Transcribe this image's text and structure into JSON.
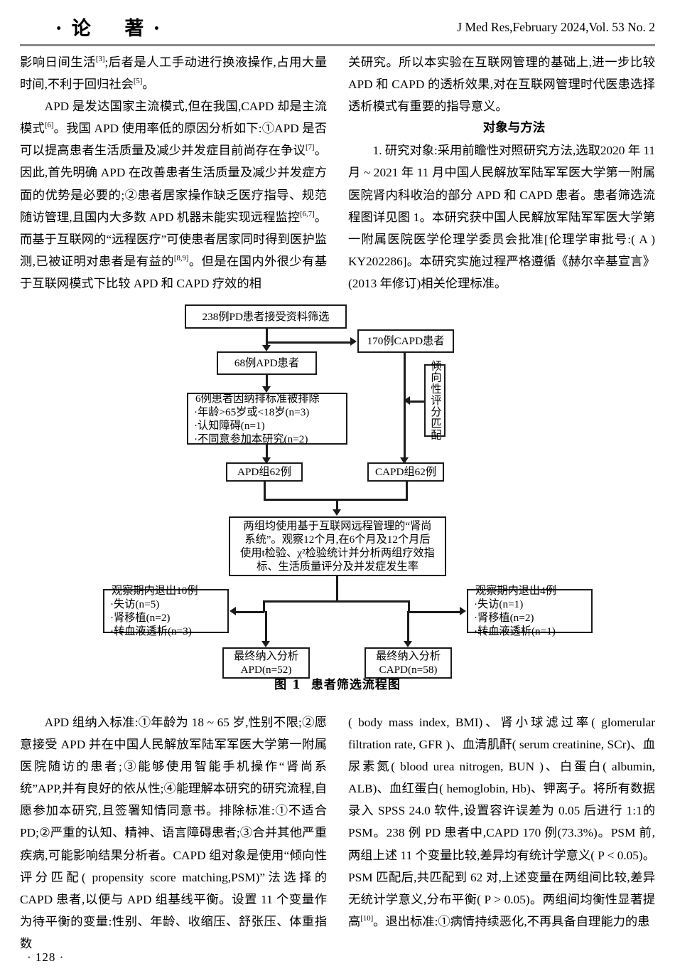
{
  "header": {
    "left_title": "· 论    著 ·",
    "journal_line": "J Med Res,February 2024,Vol. 53  No. 2"
  },
  "columns": {
    "top_left": [
      "影响日间生活[3];后者是人工手动进行换液操作,占用大量时间,不利于回归社会[5]。",
      "APD 是发达国家主流模式,但在我国,CAPD 却是主流模式[6]。我国 APD 使用率低的原因分析如下:①APD 是否可以提高患者生活质量及减少并发症目前尚存在争议[7]。因此,首先明确 APD 在改善患者生活质量及减少并发症方面的优势是必要的;②患者居家操作缺乏医疗指导、规范随访管理,且国内大多数 APD 机器未能实现远程监控[6,7]。而基于互联网的“远程医疗”可使患者居家同时得到医护监测,已被证明对患者是有益的[8,9]。但是在国内外很少有基于互联网模式下比较 APD 和 CAPD 疗效的相"
    ],
    "top_right": {
      "para1": "关研究。所以本实验在互联网管理的基础上,进一步比较 APD 和 CAPD 的透析效果,对在互联网管理时代医患选择透析模式有重要的指导意义。",
      "section_title": "对象与方法",
      "para2": "1. 研究对象:采用前瞻性对照研究方法,选取2020 年 11 月 ~ 2021 年 11 月中国人民解放军陆军军医大学第一附属医院肾内科收治的部分 APD 和 CAPD 患者。患者筛选流程图详见图 1。本研究获中国人民解放军陆军军医大学第一附属医院医学伦理学委员会批准[伦理学审批号:( A ) KY202286]。本研究实施过程严格遵循《赫尔辛基宣言》(2013 年修订)相关伦理标准。"
    },
    "bottom_left": "APD 组纳入标准:①年龄为 18 ~ 65 岁,性别不限;②愿意接受 APD 并在中国人民解放军陆军军医大学第一附属医院随访的患者;③能够使用智能手机操作“肾尚系统”APP,并有良好的依从性;④能理解本研究的研究流程,自愿参加本研究,且签署知情同意书。排除标准:①不适合 PD;②严重的认知、精神、语言障碍患者;③合并其他严重疾病,可能影响结果分析者。CAPD 组对象是使用“倾向性评分匹配( propensity score matching,PSM)”法选择的 CAPD 患者,以便与 APD 组基线平衡。设置 11 个变量作为待平衡的变量:性别、年龄、收缩压、舒张压、体重指数",
    "bottom_right": "( body mass index, BMI)、肾小球滤过率( glomerular filtration rate, GFR )、血清肌酐( serum creatinine, SCr)、血尿素氮( blood urea nitrogen, BUN )、白蛋白( albumin, ALB)、血红蛋白( hemoglobin, Hb)、钾离子。将所有数据录入 SPSS 24.0 软件,设置容许误差为 0.05 后进行 1:1的 PSM。238 例 PD 患者中,CAPD 170 例(73.3%)。PSM 前,两组上述 11 个变量比较,差异均有统计学意义( P < 0.05)。PSM 匹配后,共匹配到 62 对,上述变量在两组间比较,差异无统计学意义,分布平衡( P > 0.05)。两组间均衡性显著提高[10]。退出标准:①病情持续恶化,不再具备自理能力的患"
  },
  "flowchart": {
    "caption_label": "图 1",
    "caption_text": "患者筛选流程图",
    "nodes": {
      "screening": "238例PD患者接受资料筛选",
      "capd_pool": "170例CAPD患者",
      "apd_pool": "68例APD患者",
      "psm_vertical": "倾向性评分匹配",
      "excluded_head": "6例患者因纳排标准被排除",
      "excluded_items": [
        "·年龄>65岁或<18岁(n=3)",
        "·认知障碍(n=1)",
        "·不同意参加本研究(n=2)"
      ],
      "apd_group": "APD组62例",
      "capd_group": "CAPD组62例",
      "protocol_lines": [
        "两组均使用基于互联网远程管理的“肾尚",
        "系统”。观察12个月,在6个月及12个月后",
        "使用t检验、χ²检验统计并分析两组疗效指",
        "标、生活质量评分及并发症发生率"
      ],
      "withdraw_left_head": "观察期内退出10例",
      "withdraw_left_items": [
        "·失访(n=5)",
        "·肾移植(n=2)",
        "·转血液透析(n=3)"
      ],
      "withdraw_right_head": "观察期内退出4例",
      "withdraw_right_items": [
        "·失访(n=1)",
        "·肾移植(n=2)",
        "·转血液透析(n=1)"
      ],
      "final_apd_l1": "最终纳入分析",
      "final_apd_l2": "APD(n=52)",
      "final_capd_l1": "最终纳入分析",
      "final_capd_l2": "CAPD(n=58)"
    }
  },
  "footer": {
    "page_number": "· 128 ·"
  }
}
